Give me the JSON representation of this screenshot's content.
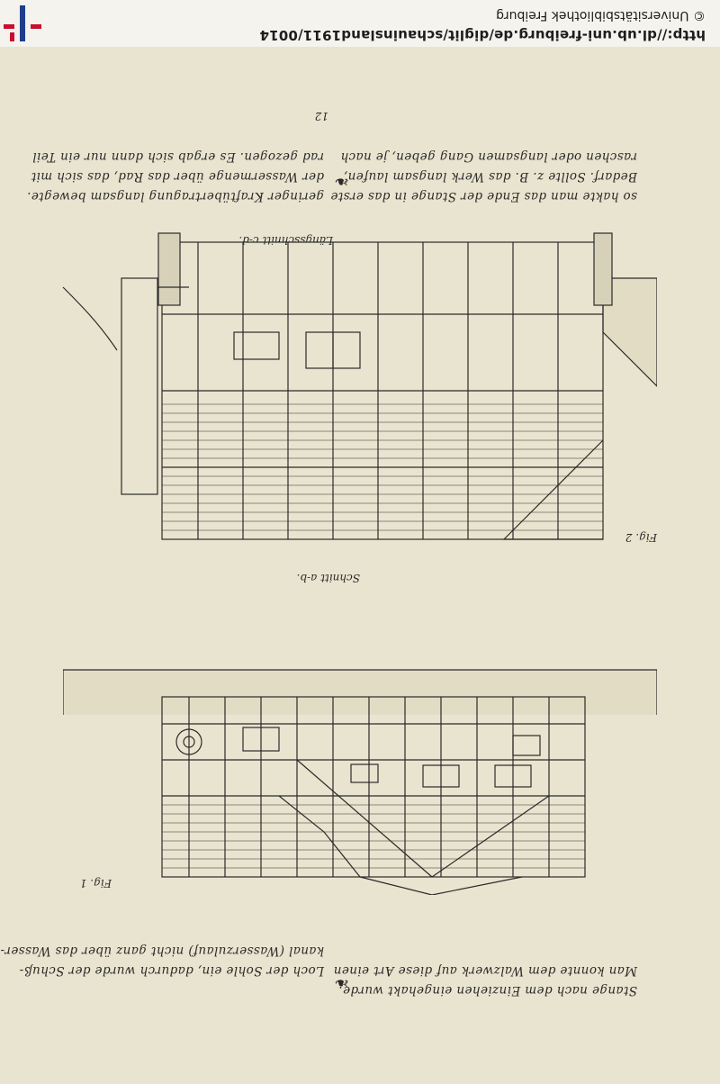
{
  "header": {
    "url": "http://dl.ub.uni-freiburg.de/diglit/schauinsland1911/0014",
    "copyright": "© Universitätsbibliothek Freiburg"
  },
  "page_number": "12",
  "text_top": {
    "left_col": [
      "Stange nach dem Einziehen eingehakt wurde.",
      "Man konnte dem Walzwerk auf diese Art einen",
      "raschen oder langsamen Gang geben, je nach",
      "Bedarf. Sollte z. B. das Werk langsam laufen,",
      "so hakte man das Ende der Stange in das erste"
    ],
    "right_col": [
      "Loch der Sohle ein, dadurch wurde der Schuß-",
      "kanal (Wasserzulauf) nicht ganz über das Wasser-",
      "rad gezogen. Es ergab sich dann nur ein Teil",
      "der Wassermenge über das Rad, das sich mit",
      "geringer Kraftübertragung langsam bewegte."
    ]
  },
  "figures": {
    "fig1": {
      "caption": "Fig. 1",
      "title": "Schnitt a-b."
    },
    "fig2": {
      "caption": "Fig. 2",
      "title": "Längsschnitt c-d."
    }
  },
  "colors": {
    "paper": "#e9e4cf",
    "ink": "#2a2a2a",
    "logo_red": "#c8102e",
    "logo_blue": "#1f3d8a"
  }
}
